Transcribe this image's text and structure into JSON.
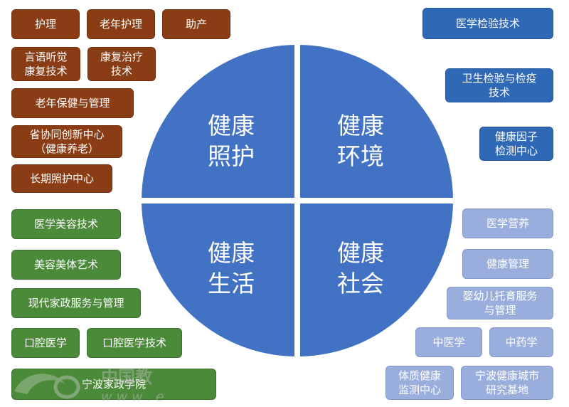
{
  "colors": {
    "brown": "#8a3d15",
    "green": "#4a8a38",
    "blue": "#2f68b4",
    "light_blue": "#99aedd",
    "circle": "#4172c4"
  },
  "quadrants": {
    "tl": {
      "line1": "健康",
      "line2": "照护"
    },
    "tr": {
      "line1": "健康",
      "line2": "环境"
    },
    "bl": {
      "line1": "健康",
      "line2": "生活"
    },
    "br": {
      "line1": "健康",
      "line2": "社会"
    }
  },
  "care": [
    "护理",
    "老年护理",
    "助产",
    "言语听觉\n康复技术",
    "康复治疗\n技术",
    "老年保健与管理",
    "省协同创新中心\n（健康养老）",
    "长期照护中心"
  ],
  "life": [
    "医学美容技术",
    "美容美体艺术",
    "现代家政服务与管理",
    "口腔医学",
    "口腔医学技术",
    "宁波家政学院"
  ],
  "environment": [
    "医学检验技术",
    "卫生检验与检疫\n技术",
    "健康因子\n检测中心"
  ],
  "society": [
    "医学营养",
    "健康管理",
    "婴幼儿托育服务\n与管理",
    "中医学",
    "中药学",
    "体质健康\n监测中心",
    "宁波健康城市\n研究基地"
  ],
  "watermark": {
    "text1": "中国教",
    "text2": "w w w . e"
  }
}
